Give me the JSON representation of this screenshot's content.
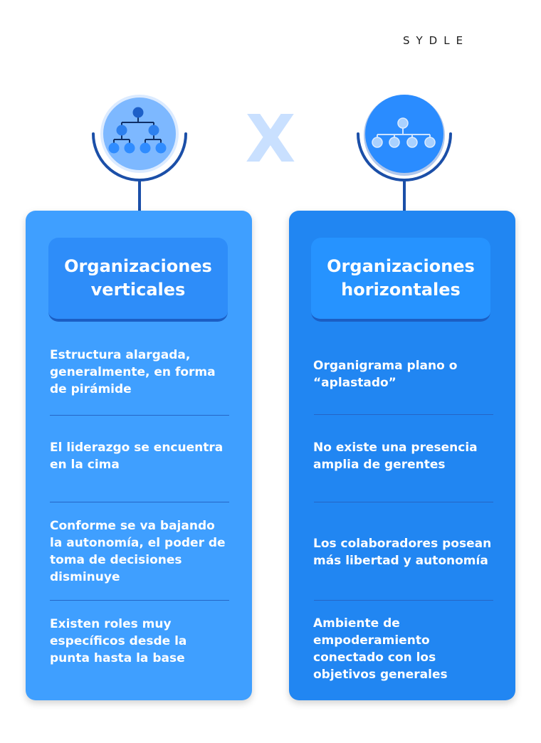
{
  "brand": {
    "logo_text": "SYDLE"
  },
  "versus": {
    "symbol": "X"
  },
  "left": {
    "title": "Organizaciones verticales",
    "icon": "hierarchy-tree-icon",
    "items": [
      "Estructura alargada, generalmente, en forma de pirámide",
      "El liderazgo se encuentra en la cima",
      "Conforme se va bajando la autonomía, el poder de toma de decisiones disminuye",
      "Existen roles muy específicos desde la punta hasta la base"
    ]
  },
  "right": {
    "title": "Organizaciones horizontales",
    "icon": "flat-org-chart-icon",
    "items": [
      "Organigrama plano o “aplastado”",
      "No existe una presencia amplia de gerentes",
      "Los colaboradores posean más libertad y autonomía",
      "Ambiente de empoderamiento conectado con los objetivos generales"
    ]
  },
  "colors": {
    "left_card": "#3f9fff",
    "right_card": "#2186f2",
    "accent_dark": "#1b4fa8",
    "x_mark": "#c9e0ff"
  }
}
